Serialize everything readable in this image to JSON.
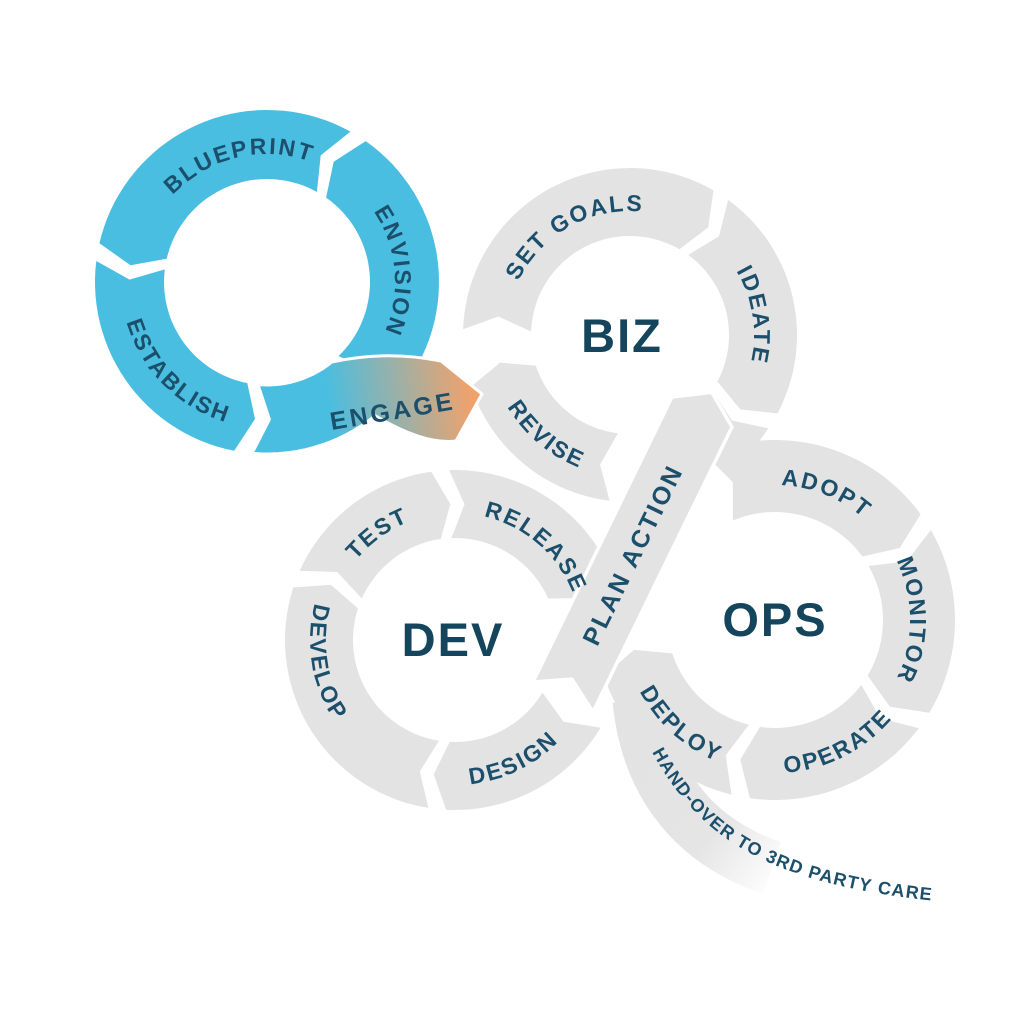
{
  "colors": {
    "background": "#FFFFFF",
    "loop_blue": "#49BEE1",
    "arrow_orange": "#F0A26C",
    "ring_gray": "#E3E3E3",
    "label_navy": "#1B4F6B",
    "title_navy": "#14455C"
  },
  "loops": {
    "engagement": {
      "segments": [
        "BLUEPRINT",
        "ENVISION",
        "ESTABLISH",
        "ENGAGE"
      ]
    },
    "biz": {
      "title": "BIZ",
      "segments": [
        "SET GOALS",
        "IDEATE",
        "REVISE"
      ]
    },
    "dev": {
      "title": "DEV",
      "segments": [
        "TEST",
        "RELEASE",
        "DESIGN",
        "DEVELOP"
      ]
    },
    "ops": {
      "title": "OPS",
      "segments": [
        "ADOPT",
        "MONITOR",
        "OPERATE",
        "DEPLOY"
      ]
    }
  },
  "connector_label": "PLAN ACTION",
  "handover_label": "HAND-OVER TO 3RD PARTY CARE"
}
